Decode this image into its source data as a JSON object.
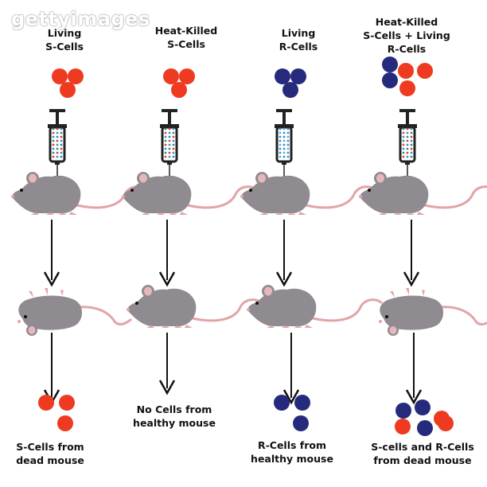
{
  "watermark": "gettyimages",
  "colors": {
    "s_cell": "#ee3a21",
    "r_cell": "#252a7c",
    "mouse_body": "#8f8b90",
    "mouse_tail": "#e3a4a8",
    "arrow": "#111111"
  },
  "columns": [
    {
      "top_label": [
        "Living",
        "S-Cells"
      ],
      "injected_cells": [
        "s",
        "s",
        "s"
      ],
      "outcome": "dead",
      "result_cells": [
        "s",
        "s",
        "s"
      ],
      "bottom_label": [
        "S-Cells from",
        "dead mouse"
      ]
    },
    {
      "top_label": [
        "Heat-Killed",
        "S-Cells"
      ],
      "injected_cells": [
        "s",
        "s",
        "s"
      ],
      "outcome": "healthy",
      "result_cells": [],
      "bottom_label": [
        "No Cells from",
        "healthy mouse"
      ]
    },
    {
      "top_label": [
        "Living",
        "R-Cells"
      ],
      "injected_cells": [
        "r",
        "r",
        "r"
      ],
      "outcome": "healthy",
      "result_cells": [
        "r",
        "r",
        "r"
      ],
      "bottom_label": [
        "R-Cells from",
        "healthy mouse"
      ]
    },
    {
      "top_label": [
        "Heat-Killed",
        "S-Cells + Living",
        "R-Cells"
      ],
      "injected_cells": [
        "r",
        "s",
        "r",
        "s",
        "s"
      ],
      "outcome": "dead",
      "result_cells": [
        "r",
        "r",
        "s",
        "s",
        "r",
        "s"
      ],
      "bottom_label": [
        "S-cells and R-Cells",
        "from dead mouse"
      ]
    }
  ]
}
